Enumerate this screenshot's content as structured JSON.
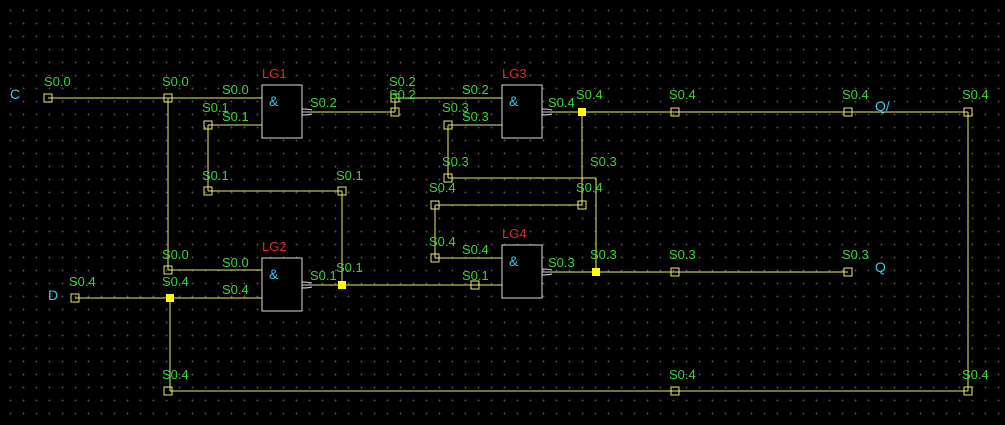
{
  "ports": {
    "c": "C",
    "d": "D",
    "q": "Q",
    "q_bar": "Q/"
  },
  "gates": {
    "lg1": {
      "name": "LG1",
      "symbol": "&"
    },
    "lg2": {
      "name": "LG2",
      "symbol": "&"
    },
    "lg3": {
      "name": "LG3",
      "symbol": "&"
    },
    "lg4": {
      "name": "LG4",
      "symbol": "&"
    }
  },
  "signals": {
    "s00": "S0.0",
    "s01": "S0.1",
    "s02": "S0.2",
    "s03": "S0.3",
    "s04": "S0.4"
  },
  "colors": {
    "wire": "#e8e870",
    "junction": "#ffff00",
    "signal_label": "#3cd23c",
    "gate_name": "#e02828",
    "port_label": "#3cc8e6",
    "gate_border": "#d8d8d8",
    "background": "#000000"
  }
}
